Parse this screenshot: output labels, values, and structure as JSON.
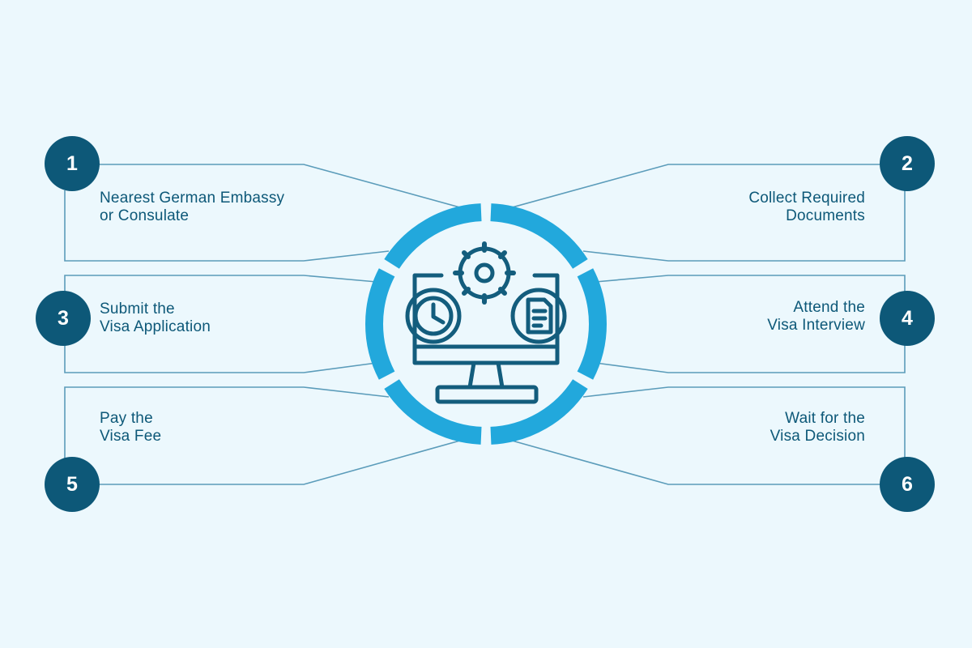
{
  "steps": [
    {
      "number": "1",
      "line1": "Nearest German Embassy",
      "line2": "or Consulate"
    },
    {
      "number": "2",
      "line1": "Collect Required",
      "line2": "Documents"
    },
    {
      "number": "3",
      "line1": "Submit the",
      "line2": "Visa Application"
    },
    {
      "number": "4",
      "line1": "Attend the",
      "line2": "Visa Interview"
    },
    {
      "number": "5",
      "line1": "Pay the",
      "line2": "Visa Fee"
    },
    {
      "number": "6",
      "line1": "Wait for the",
      "line2": "Visa Decision"
    }
  ],
  "center_icon": "computer-with-gear-clock-document-icon",
  "colors": {
    "background": "#ecf8fd",
    "badge": "#0d5878",
    "ring": "#22a8dc",
    "connector": "#5b9cba",
    "text": "#0d5878"
  }
}
